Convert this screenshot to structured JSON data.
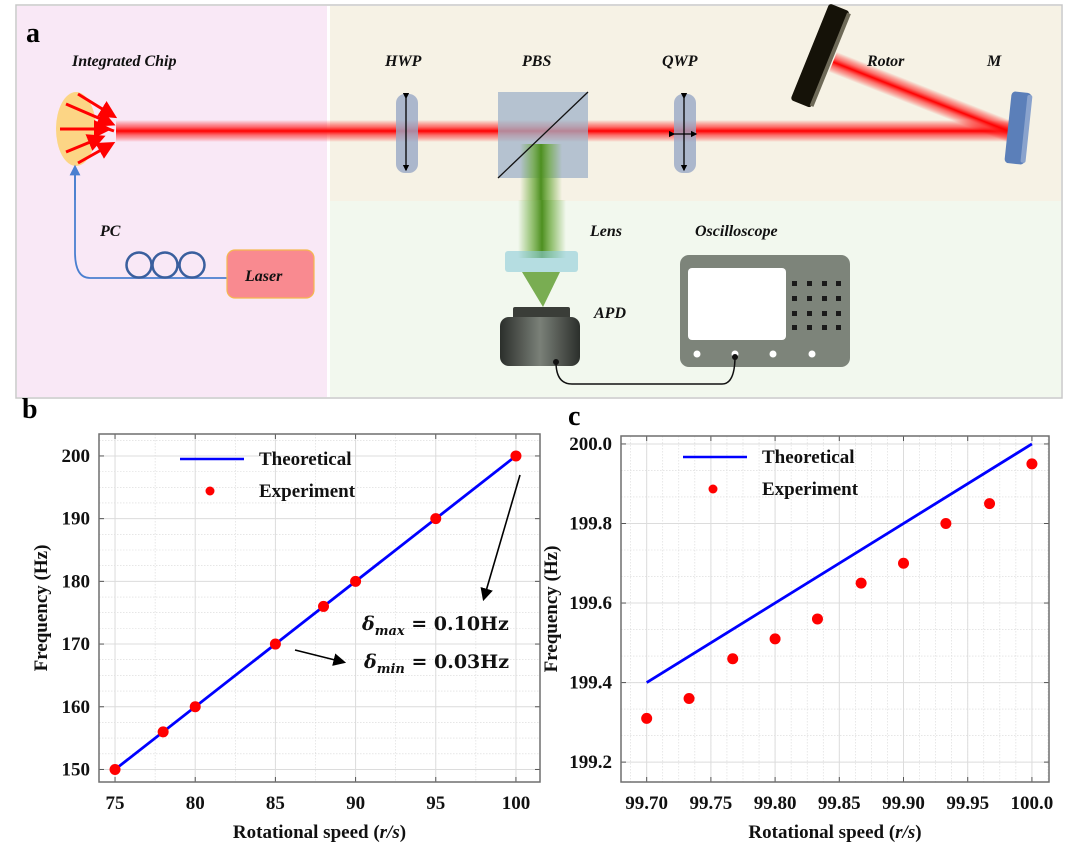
{
  "panel_a": {
    "panel_label": "a",
    "labels": {
      "integrated_chip": "Integrated Chip",
      "hwp": "HWP",
      "pbs": "PBS",
      "qwp": "QWP",
      "rotor": "Rotor",
      "mirror": "M",
      "pc": "PC",
      "laser": "Laser",
      "lens": "Lens",
      "apd": "APD",
      "oscilloscope": "Oscilloscope"
    },
    "colors": {
      "left_bg": "#f9e8f6",
      "top_bg": "#f6f2e5",
      "bottom_bg": "#f2f8ee",
      "beam": "#ff0000",
      "green_beam": "#5a9a2a",
      "laser_box": "#f98a90",
      "fiber": "#3a5f9e",
      "chip": "#fcd585"
    }
  },
  "chart_data": [
    {
      "id": "b",
      "panel_label": "b",
      "type": "line+scatter",
      "title": "",
      "xlabel_main": "Rotational speed (",
      "xlabel_unit": "r/s",
      "xlabel_close": ")",
      "ylabel": "Frequency (Hz)",
      "xlim": [
        74,
        101.5
      ],
      "ylim": [
        148,
        203.5
      ],
      "xticks": [
        75,
        80,
        85,
        90,
        95,
        100
      ],
      "xtick_labels": [
        "75",
        "80",
        "85",
        "90",
        "95",
        "100"
      ],
      "yticks": [
        150,
        160,
        170,
        180,
        190,
        200
      ],
      "ytick_labels": [
        "150",
        "160",
        "170",
        "180",
        "190",
        "200"
      ],
      "grid": true,
      "legend_position": "top-left",
      "series": [
        {
          "name": "Theoretical",
          "kind": "line",
          "color": "#0000ff",
          "x": [
            75,
            100
          ],
          "y": [
            150,
            200
          ]
        },
        {
          "name": "Experiment",
          "kind": "scatter",
          "color": "#ff0000",
          "x": [
            75,
            78,
            80,
            85,
            88,
            90,
            95,
            100
          ],
          "y": [
            150,
            156,
            160,
            170,
            176,
            180,
            190,
            200
          ]
        }
      ],
      "annotations": [
        {
          "text_main": "δ",
          "text_sub": "max",
          "text_rest": " = 0.10Hz",
          "points_to": [
            100,
            200
          ]
        },
        {
          "text_main": "δ",
          "text_sub": "min",
          "text_rest": " = 0.03Hz",
          "points_to": [
            85,
            170
          ]
        }
      ]
    },
    {
      "id": "c",
      "panel_label": "c",
      "type": "line+scatter",
      "title": "",
      "xlabel_main": "Rotational speed (",
      "xlabel_unit": "r/s",
      "xlabel_close": ")",
      "ylabel": "Frequency (Hz)",
      "xlim": [
        99.68,
        100.0133
      ],
      "ylim": [
        199.15,
        200.02
      ],
      "xticks": [
        99.7,
        99.75,
        99.8,
        99.85,
        99.9,
        99.95,
        100.0
      ],
      "xtick_labels": [
        "99.70",
        "99.75",
        "99.80",
        "99.85",
        "99.90",
        "99.95",
        "100.0"
      ],
      "yticks": [
        199.2,
        199.4,
        199.6,
        199.8,
        200.0
      ],
      "ytick_labels": [
        "199.2",
        "199.4",
        "199.6",
        "199.8",
        "200.0"
      ],
      "grid": true,
      "legend_position": "top-left",
      "series": [
        {
          "name": "Theoretical",
          "kind": "line",
          "color": "#0000ff",
          "x": [
            99.7,
            100.0
          ],
          "y": [
            199.4,
            200.0
          ]
        },
        {
          "name": "Experiment",
          "kind": "scatter",
          "color": "#ff0000",
          "x": [
            99.7,
            99.733,
            99.767,
            99.8,
            99.833,
            99.867,
            99.9,
            99.933,
            99.967,
            100.0
          ],
          "y": [
            199.31,
            199.36,
            199.46,
            199.51,
            199.56,
            199.65,
            199.7,
            199.8,
            199.85,
            199.95
          ]
        }
      ]
    }
  ]
}
